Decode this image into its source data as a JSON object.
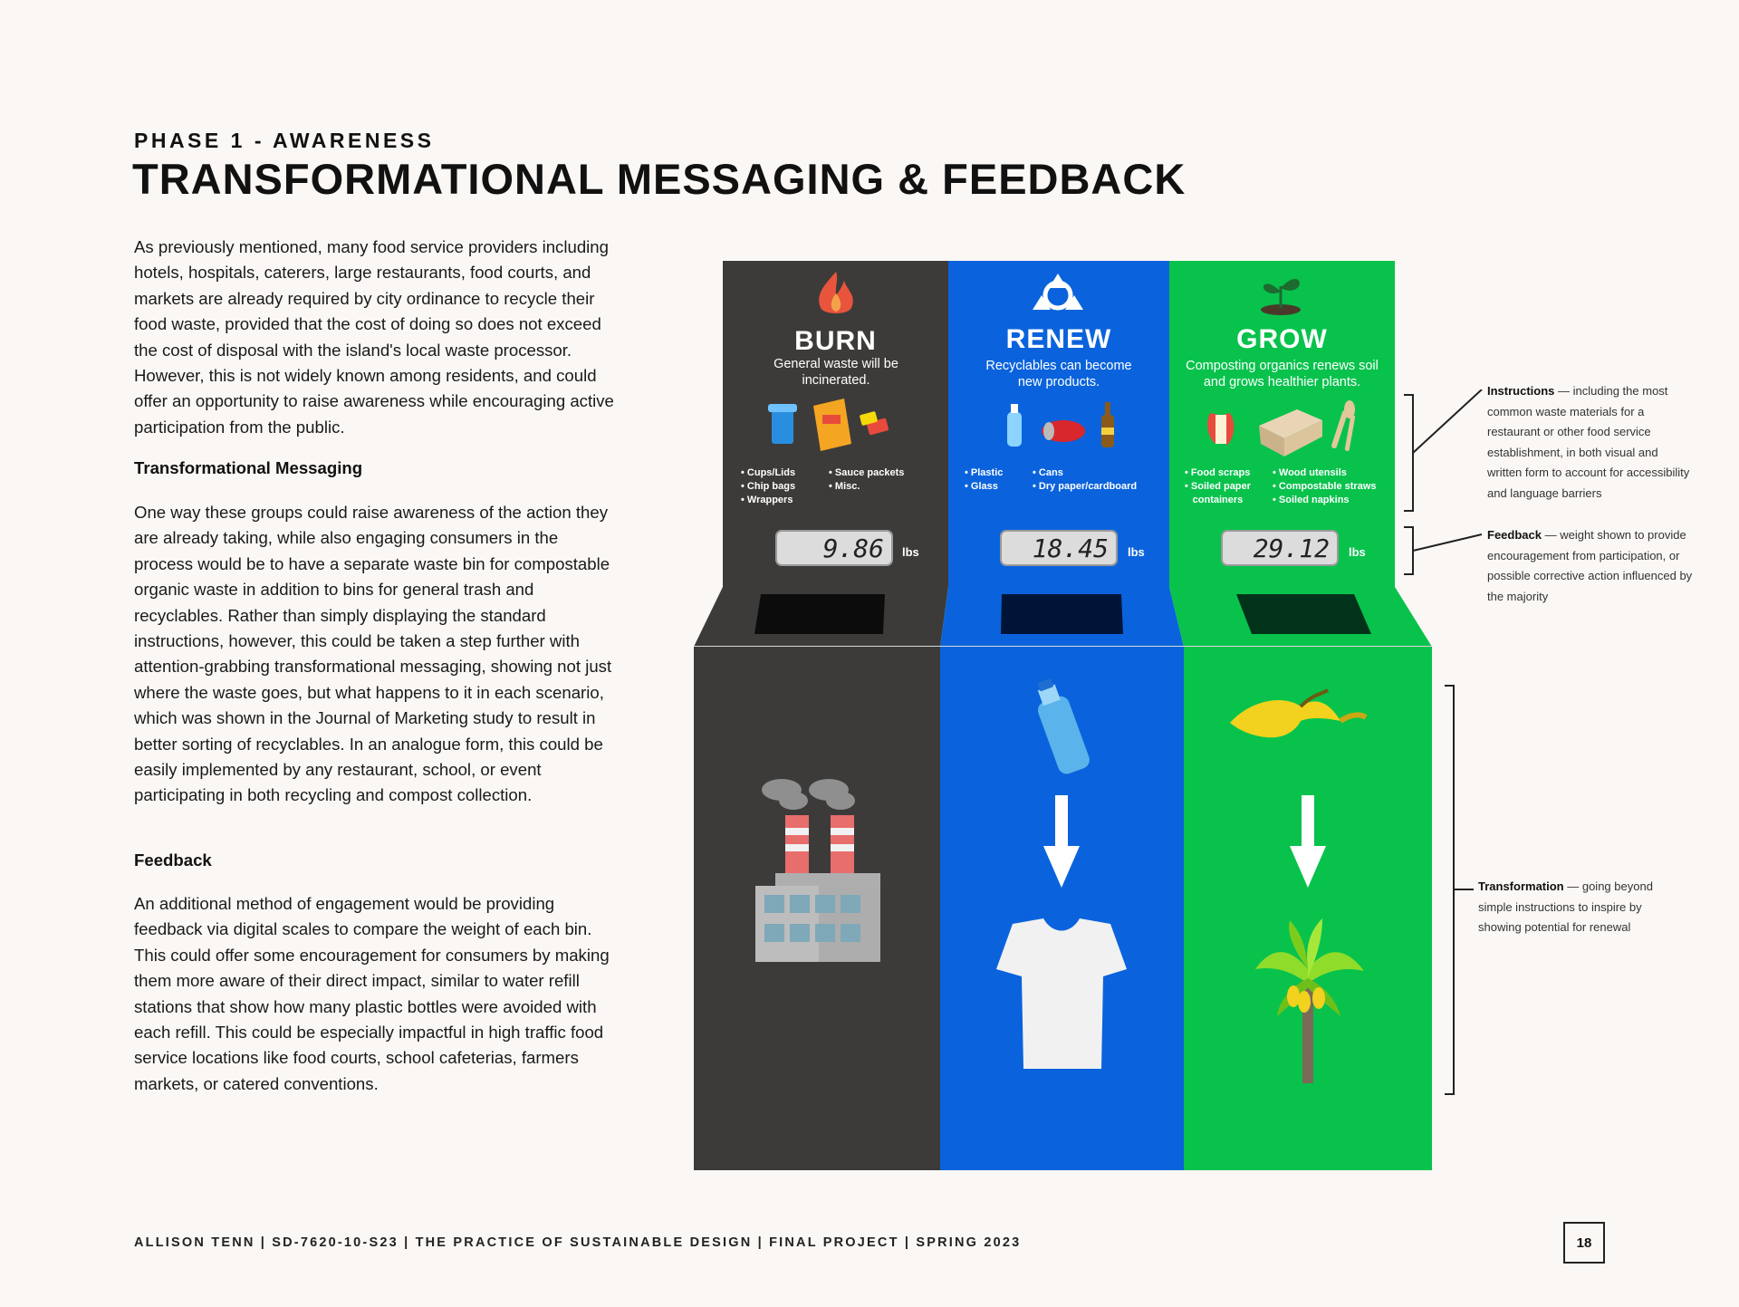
{
  "header": {
    "kicker": "PHASE 1 - AWARENESS",
    "title": "TRANSFORMATIONAL MESSAGING & FEEDBACK"
  },
  "body": {
    "intro": "As previously mentioned, many food service providers including hotels, hospitals, caterers, large restaurants, food courts, and markets are already required by city ordinance to recycle their food waste, provided that the cost of doing so does not exceed the cost of disposal with the island's local waste processor. However, this is not widely known among residents, and could offer an opportunity to raise awareness while encouraging active participation from the public.",
    "heading_messaging": "Transformational Messaging",
    "messaging": "One way these groups could raise awareness of the action they are already taking, while also engaging consumers in the process would be to have a separate waste bin for compostable organic waste in addition to bins for general trash and recyclables. Rather than simply displaying the standard instructions, however, this could be taken a step further with attention-grabbing transformational messaging, showing not just where the waste goes, but what happens to it in each scenario, which was shown in the Journal of Marketing study to result in better sorting of recyclables. In an analogue form, this could be easily implemented by any restaurant, school, or event participating in both recycling and compost collection.",
    "heading_feedback": "Feedback",
    "feedback": "An additional method of engagement would be providing feedback via digital scales to compare the weight of each bin. This could offer some encouragement for consumers by making them more aware of their direct impact, similar to water refill stations that show how many plastic bottles were avoided with each refill. This could be especially impactful in high traffic food service locations like food courts, school cafeterias, farmers markets, or catered conventions."
  },
  "bins": [
    {
      "title": "BURN",
      "desc": "General waste will be incinerated.",
      "items_left": [
        "• Cups/Lids",
        "• Chip bags",
        "• Wrappers"
      ],
      "items_right": [
        "• Sauce packets",
        "• Misc."
      ],
      "weight": "9.86",
      "unit": "lbs",
      "color": "#3d3b39",
      "icon": "fire-icon"
    },
    {
      "title": "RENEW",
      "desc": "Recyclables can become new products.",
      "items_left": [
        "• Plastic",
        "• Glass"
      ],
      "items_right": [
        "• Cans",
        "• Dry paper/cardboard"
      ],
      "weight": "18.45",
      "unit": "lbs",
      "color": "#0a63dc",
      "icon": "recycle-icon"
    },
    {
      "title": "GROW",
      "desc": "Composting organics renews soil and grows healthier plants.",
      "items_left": [
        "• Food scraps",
        "• Soiled paper",
        "containers"
      ],
      "items_right": [
        "• Wood utensils",
        "• Compostable straws",
        "• Soiled napkins"
      ],
      "weight": "29.12",
      "unit": "lbs",
      "color": "#08c24c",
      "icon": "sprout-icon"
    }
  ],
  "annotations": {
    "instructions_title": "Instructions",
    "instructions_text": " — including the most common waste materials for a restaurant or other food service establishment, in both visual and written form to account for accessibility and language barriers",
    "feedback_title": "Feedback",
    "feedback_text": " — weight shown to provide encouragement from participation, or possible corrective action influenced by the majority",
    "transformation_title": "Transformation",
    "transformation_text": " — going beyond simple instructions to inspire by showing potential for renewal"
  },
  "footer": {
    "text": "ALLISON TENN | SD-7620-10-S23 | THE PRACTICE OF SUSTAINABLE DESIGN | FINAL PROJECT | SPRING 2023",
    "page": "18"
  }
}
